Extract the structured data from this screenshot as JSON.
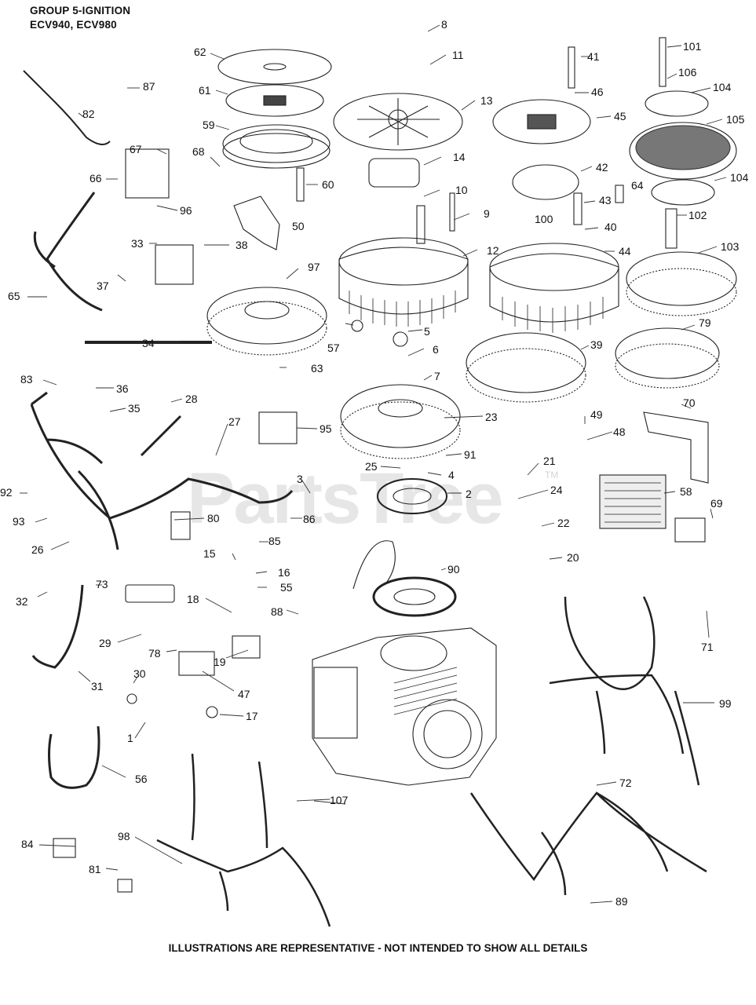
{
  "header": {
    "line1": "GROUP 5-IGNITION",
    "line2": "ECV940, ECV980"
  },
  "watermark": "PartsTree",
  "watermark_tm": "TM",
  "footer": "ILLUSTRATIONS ARE REPRESENTATIVE - NOT INTENDED TO SHOW ALL DETAILS",
  "callouts": [
    "1",
    "2",
    "3",
    "4",
    "5",
    "6",
    "7",
    "8",
    "9",
    "10",
    "11",
    "12",
    "13",
    "14",
    "15",
    "16",
    "17",
    "18",
    "19",
    "20",
    "21",
    "22",
    "23",
    "24",
    "25",
    "26",
    "27",
    "28",
    "29",
    "30",
    "31",
    "32",
    "33",
    "34",
    "35",
    "36",
    "37",
    "38",
    "39",
    "40",
    "41",
    "42",
    "43",
    "44",
    "45",
    "46",
    "47",
    "48",
    "49",
    "50",
    "55",
    "56",
    "57",
    "58",
    "59",
    "60",
    "61",
    "62",
    "63",
    "64",
    "65",
    "66",
    "67",
    "68",
    "69",
    "70",
    "71",
    "72",
    "73",
    "78",
    "79",
    "80",
    "81",
    "82",
    "83",
    "84",
    "85",
    "86",
    "87",
    "88",
    "89",
    "90",
    "91",
    "92",
    "93",
    "95",
    "96",
    "97",
    "98",
    "99",
    "100",
    "101",
    "102",
    "103",
    "104",
    "104",
    "105",
    "106",
    "107"
  ]
}
